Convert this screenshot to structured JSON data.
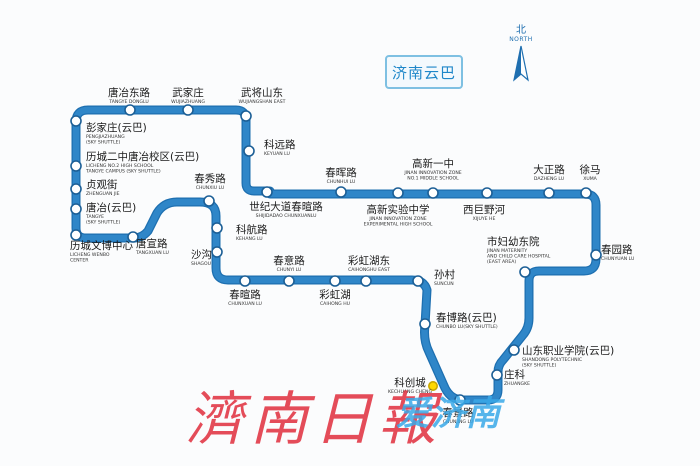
{
  "title": "济南云巴",
  "compass": {
    "label_cn": "北",
    "label_en": "NORTH"
  },
  "watermark": {
    "main": "濟南日報",
    "brand": "爱济南"
  },
  "colors": {
    "line": "#2f86c8",
    "line_edge": "#1d6fb0",
    "station_fill": "#ffffff",
    "current_station": "#ffd800",
    "title": "#1f87c9"
  },
  "stations": [
    {
      "id": "s01",
      "cn": "唐冶东路",
      "en": [
        "TANGYE DONGLU"
      ]
    },
    {
      "id": "s02",
      "cn": "武家庄",
      "en": [
        "WUJIAZHUANG"
      ]
    },
    {
      "id": "s03",
      "cn": "武将山东",
      "en": [
        "WUJIANGSHAN EAST"
      ]
    },
    {
      "id": "s04",
      "cn": "彭家庄(云巴)",
      "en": [
        "PENGJIAZHUANG",
        "(SKY SHUTTLE)"
      ]
    },
    {
      "id": "s05",
      "cn": "科远路",
      "en": [
        "KEYUAN LU"
      ]
    },
    {
      "id": "s06",
      "cn": "历城二中唐冶校区(云巴)",
      "en": [
        "LICHENG NO.2 HIGH SCHOOL",
        "TANGYE CAMPUS (SKY SHUTTLE)"
      ]
    },
    {
      "id": "s07",
      "cn": "贞观街",
      "en": [
        "ZHENGUAN JIE"
      ]
    },
    {
      "id": "s08",
      "cn": "唐冶(云巴)",
      "en": [
        "TANGYE",
        "(SKY SHUTTLE)"
      ]
    },
    {
      "id": "s09",
      "cn": "历城文博中心",
      "en": [
        "LICHENG WENBO",
        "CENTER"
      ]
    },
    {
      "id": "s10",
      "cn": "唐宣路",
      "en": [
        "TANGXUAN LU"
      ]
    },
    {
      "id": "s11",
      "cn": "春秀路",
      "en": [
        "CHUNXIU LU"
      ]
    },
    {
      "id": "s12",
      "cn": "科航路",
      "en": [
        "KEHANG LU"
      ]
    },
    {
      "id": "s13",
      "cn": "沙沟",
      "en": [
        "SHAGOU"
      ]
    },
    {
      "id": "s14",
      "cn": "世纪大道春暄路",
      "en": [
        "SHIJIDADAO CHUNXUANLU"
      ]
    },
    {
      "id": "s15",
      "cn": "春晖路",
      "en": [
        "CHUNHUI LU"
      ]
    },
    {
      "id": "s16",
      "cn": "高新实验中学",
      "en": [
        "JINAN INNOVATION ZONE",
        "EXPERIMENTAL HIGH SCHOOL"
      ]
    },
    {
      "id": "s17",
      "cn": "高新一中",
      "en": [
        "JINAN INNOVATION ZONE",
        "NO.1 MIDDLE SCHOOL"
      ]
    },
    {
      "id": "s18",
      "cn": "西巨野河",
      "en": [
        "XIJUYE HE"
      ]
    },
    {
      "id": "s19",
      "cn": "大正路",
      "en": [
        "DAZHENG LU"
      ]
    },
    {
      "id": "s20",
      "cn": "徐马",
      "en": [
        "XUMA"
      ]
    },
    {
      "id": "s21",
      "cn": "春园路",
      "en": [
        "CHUNYUAN LU"
      ]
    },
    {
      "id": "s22",
      "cn": "市妇幼东院",
      "en": [
        "JINAN MATERNITY",
        "AND CHILD CARE HOSPITAL",
        "(EAST AREA)"
      ]
    },
    {
      "id": "s23",
      "cn": "春意路",
      "en": [
        "CHUNYI LU"
      ]
    },
    {
      "id": "s24",
      "cn": "彩虹湖东",
      "en": [
        "CAIHONGHU EAST"
      ]
    },
    {
      "id": "s25",
      "cn": "春暄路",
      "en": [
        "CHUNXUAN LU"
      ]
    },
    {
      "id": "s26",
      "cn": "彩虹湖",
      "en": [
        "CAIHONG HU"
      ]
    },
    {
      "id": "s27",
      "cn": "孙村",
      "en": [
        "SUNCUN"
      ]
    },
    {
      "id": "s28",
      "cn": "春博路(云巴)",
      "en": [
        "CHUNBO LU(SKY SHUTTLE)"
      ]
    },
    {
      "id": "s29",
      "cn": "山东职业学院(云巴)",
      "en": [
        "SHANDONG POLYTECHNIC",
        "(SKY SHUTTLE)"
      ]
    },
    {
      "id": "s30",
      "cn": "庄科",
      "en": [
        "ZHUANGKE"
      ]
    },
    {
      "id": "s31",
      "cn": "科创城",
      "en": [
        "KECHUANG CHENG"
      ]
    },
    {
      "id": "s32",
      "cn": "春景路",
      "en": [
        "CHUNJING LU"
      ]
    }
  ]
}
